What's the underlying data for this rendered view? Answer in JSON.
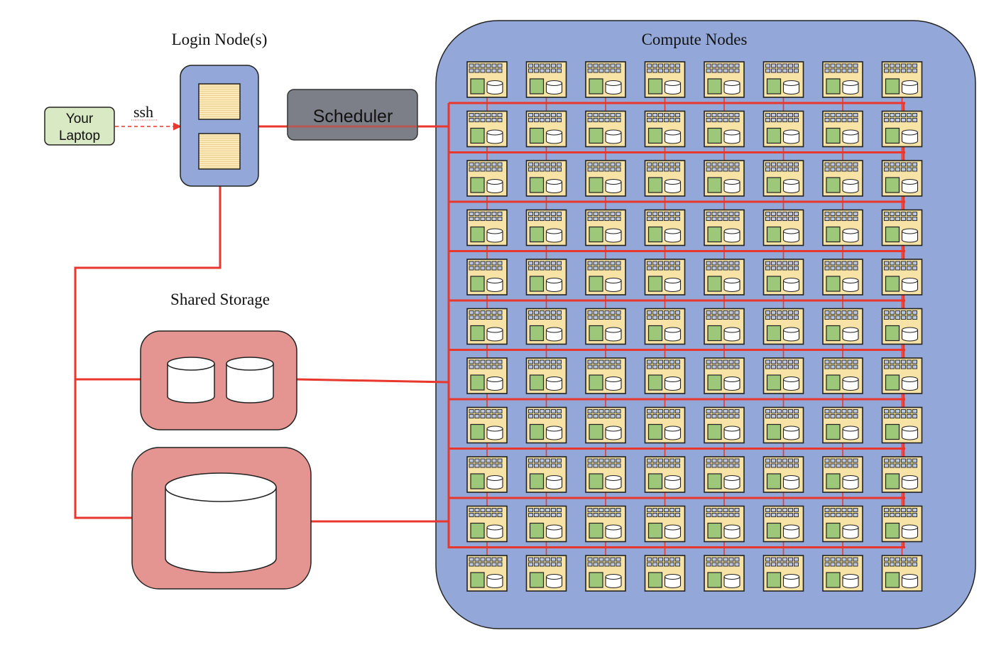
{
  "labels": {
    "login_nodes": "Login Node(s)",
    "compute_nodes": "Compute Nodes",
    "shared_storage": "Shared Storage",
    "scheduler": "Scheduler",
    "laptop_line1": "Your",
    "laptop_line2": "Laptop",
    "ssh": "ssh"
  },
  "compute_grid": {
    "rows": 11,
    "cols": 8
  },
  "icons": {
    "laptop": "laptop-box",
    "login_node": "server-icon",
    "scheduler": "scheduler-box",
    "storage_disk": "database-cylinder-icon",
    "compute_node": "compute-node-icon"
  },
  "colors": {
    "connection": "#e8372c",
    "cluster_fill": "#93a8d8",
    "login_fill": "#93a8d8",
    "scheduler_fill": "#7c7f87",
    "storage_fill": "#e59591",
    "laptop_fill": "#d8e9c3",
    "node_fill": "#f7e3a5",
    "node_green": "#9dc879"
  }
}
